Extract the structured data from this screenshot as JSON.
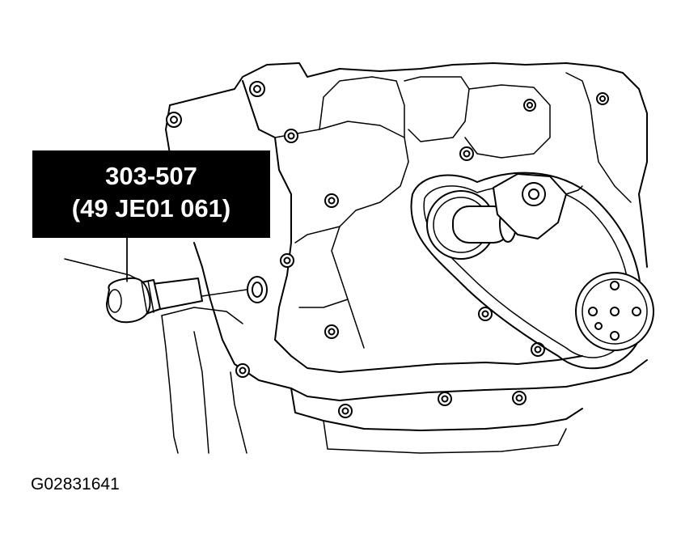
{
  "callout": {
    "tool_number": "303-507",
    "tool_alt_number": "(49 JE01 061)"
  },
  "figure_id": "G02831641",
  "colors": {
    "ink": "#000000",
    "paper": "#ffffff"
  },
  "icons": {
    "tool": "special-service-tool-icon",
    "engine": "engine-block-illustration"
  }
}
